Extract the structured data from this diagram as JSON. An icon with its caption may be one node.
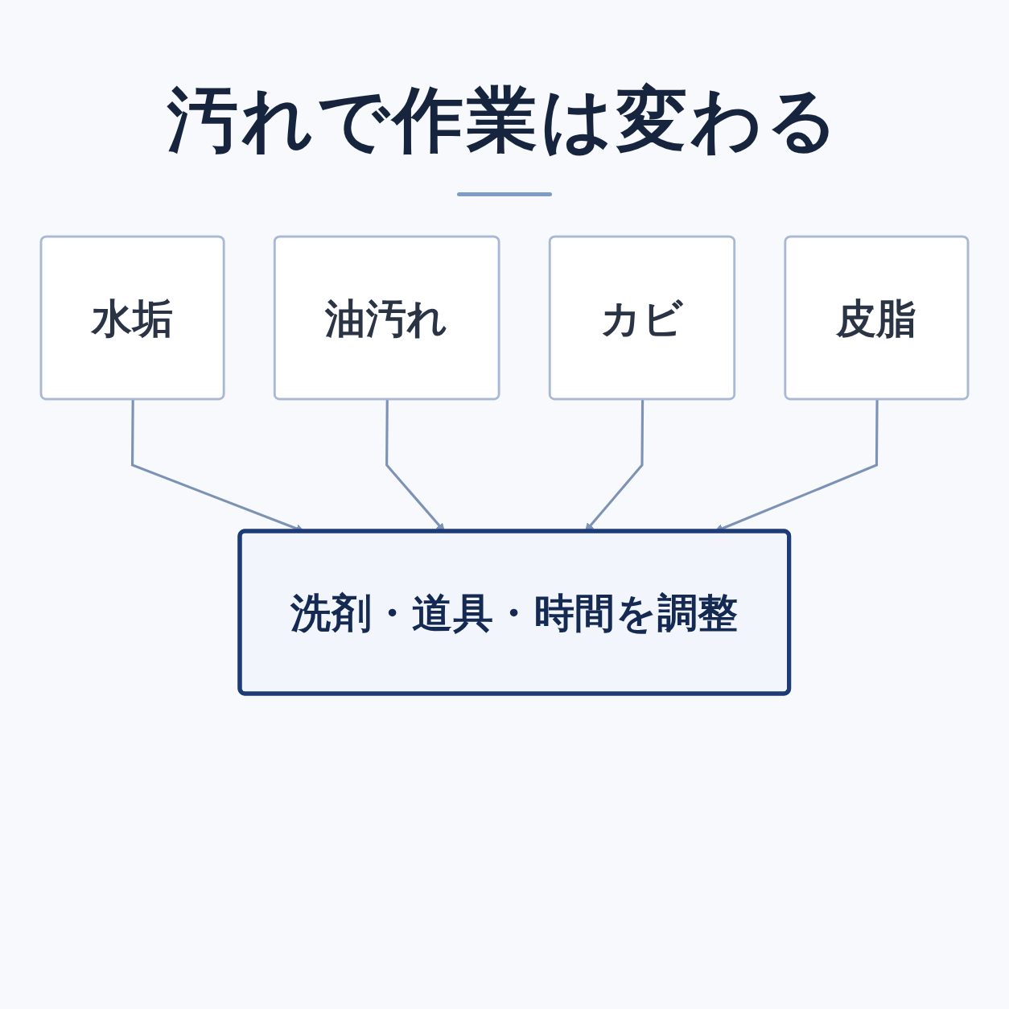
{
  "diagram": {
    "title": "汚れで作業は変わる",
    "nodes": [
      {
        "text": [
          "水垢"
        ]
      },
      {
        "text": [
          "油汚れ"
        ]
      },
      {
        "text": [
          "カビ"
        ]
      },
      {
        "text": [
          "皮脂"
        ]
      },
      {
        "text": [
          "洗剤・道具・時間を調整"
        ]
      }
    ],
    "edges": [
      {
        "from": 0,
        "to": 4,
        "arrow": "to"
      },
      {
        "from": 1,
        "to": 4,
        "arrow": "to"
      },
      {
        "from": 2,
        "to": 4,
        "arrow": "to"
      },
      {
        "from": 3,
        "to": 4,
        "arrow": "to"
      }
    ]
  }
}
